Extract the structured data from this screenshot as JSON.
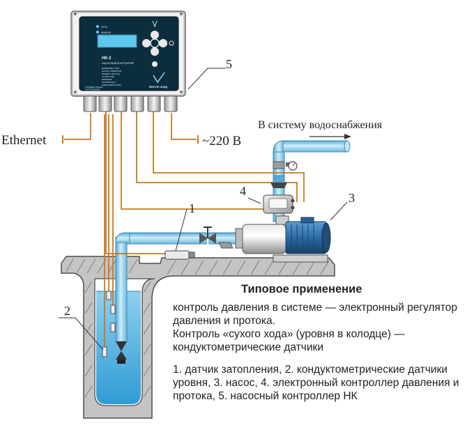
{
  "controller": {
    "brand": "НК-3",
    "subtitle": "НАСОСНЫЙ КОНТРОЛЛЕР",
    "logo_text": "ВЕКТОР-ХОЛД",
    "status_lines": [
      "СЕТЬ",
      "АВАРИЯ"
    ],
    "menu_lines": [
      "ДАВЛЕНИЕ СТАБ",
      "НАСОС ПОДПИТКИ",
      "ЗАЩИТА НАСОСА",
      "СУХОЙ ХОД",
      "ПЕРЕЛИВ",
      "ПОЛИВ ЗОНА",
      "ОБРАТНЫЙ НАСОС"
    ],
    "bottom_lines": [
      "ТОРЦЕВАЯ ПАНЕЛЬ",
      "ПОРТ ETHERNET"
    ]
  },
  "labels": {
    "ethernet": "Ethernet",
    "power": "~220 В",
    "water_system": "В систему водоснабжения",
    "num_1": "1",
    "num_2": "2",
    "num_3": "3",
    "num_4": "4",
    "num_5": "5"
  },
  "caption": {
    "title": "Типовое применение",
    "para1": "контроль давления в системе — электронный регулятор давления и протока.",
    "para2": "Контроль «сухого хода» (уровня в колодце) — кондуктометрические датчики",
    "para3": "1. датчик затопления, 2. кондуктометрические датчики уровня, 3. насос, 4. электронный контроллер давления и протока, 5. насосный контроллер НК"
  },
  "colors": {
    "wire": "#c8781e",
    "pipe": "#9fd3ea",
    "water": "#4fb3e3",
    "ground": "#b5b5b5",
    "controller_body": "#0c2d3e",
    "motor": "#2e6fa8"
  }
}
